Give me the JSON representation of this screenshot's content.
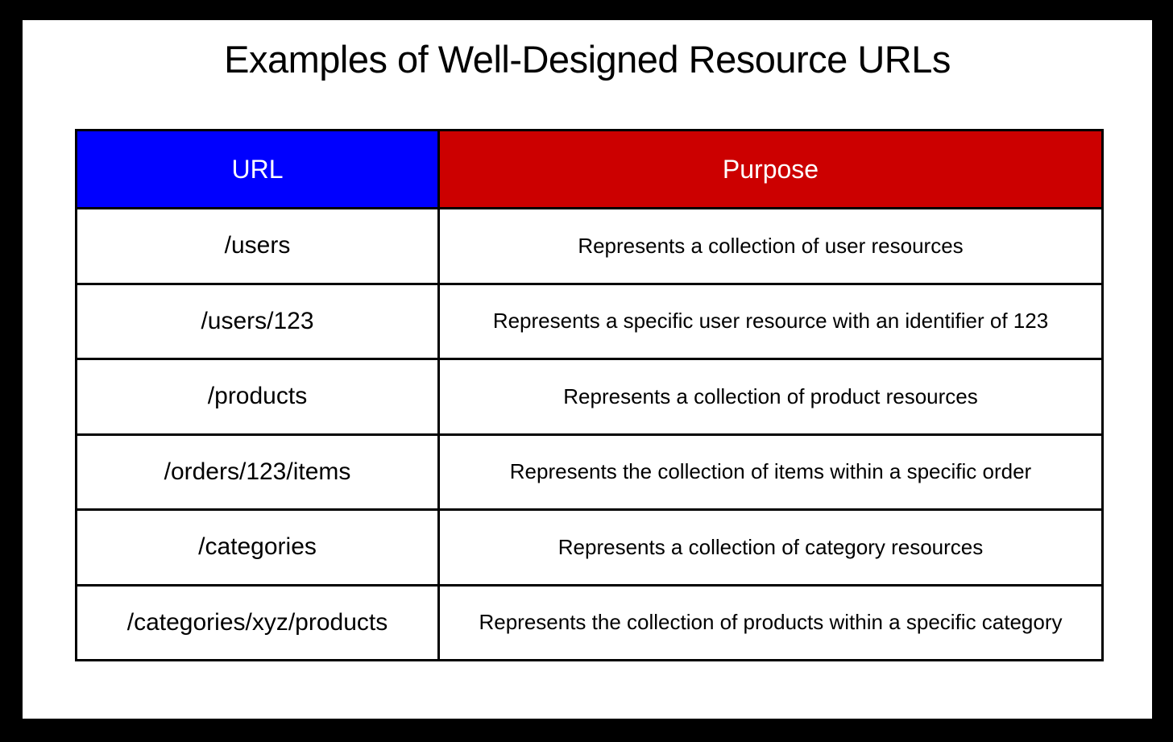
{
  "title": "Examples of Well-Designed Resource URLs",
  "colors": {
    "frame": "#000000",
    "panel": "#ffffff",
    "url_header_bg": "#0000ff",
    "purpose_header_bg": "#cc0000",
    "header_text": "#ffffff",
    "body_text": "#000000",
    "border": "#000000"
  },
  "table": {
    "headers": [
      {
        "label": "URL",
        "bg": "#0000ff"
      },
      {
        "label": "Purpose",
        "bg": "#cc0000"
      }
    ],
    "rows": [
      {
        "url": "/users",
        "purpose": "Represents a collection of user resources"
      },
      {
        "url": "/users/123",
        "purpose": "Represents a specific user resource with an identifier of 123"
      },
      {
        "url": "/products",
        "purpose": "Represents a collection of product resources"
      },
      {
        "url": "/orders/123/items",
        "purpose": "Represents the collection of items within a specific order"
      },
      {
        "url": "/categories",
        "purpose": "Represents a collection of category resources"
      },
      {
        "url": "/categories/xyz/products",
        "purpose": "Represents the collection of products within a specific category"
      }
    ]
  }
}
